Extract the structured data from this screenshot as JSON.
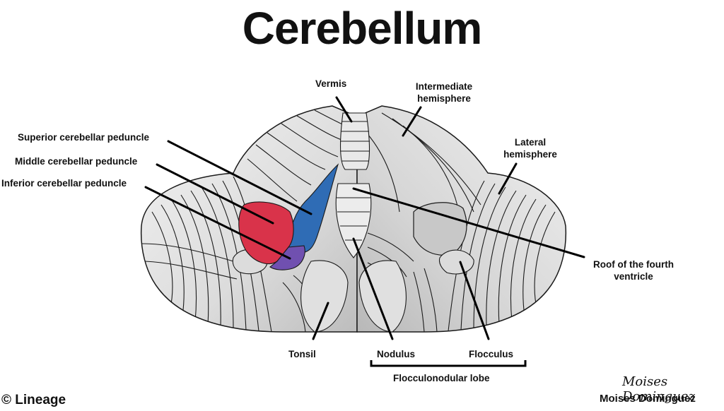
{
  "title": "Cerebellum",
  "labels": {
    "superior_peduncle": "Superior cerebellar peduncle",
    "middle_peduncle": "Middle cerebellar peduncle",
    "inferior_peduncle": "Inferior cerebellar peduncle",
    "vermis": "Vermis",
    "intermediate_hemisphere": [
      "Intermediate",
      "hemisphere"
    ],
    "lateral_hemisphere": [
      "Lateral",
      "hemisphere"
    ],
    "roof_fourth_ventricle": [
      "Roof of the fourth",
      "ventricle"
    ],
    "tonsil": "Tonsil",
    "nodulus": "Nodulus",
    "flocculus": "Flocculus",
    "flocculonodular_lobe": "Flocculonodular lobe"
  },
  "colors": {
    "superior_peduncle": "#2f6cb5",
    "middle_peduncle": "#d9334a",
    "inferior_peduncle": "#7050b0",
    "tissue": "#e4e4e4",
    "tissue_shade": "#c9c9c9",
    "outline": "#1a1a1a"
  },
  "footer": {
    "copyright": "© Lineage",
    "signature": "Moises Dominguez",
    "author": "Moises Dominguez"
  }
}
